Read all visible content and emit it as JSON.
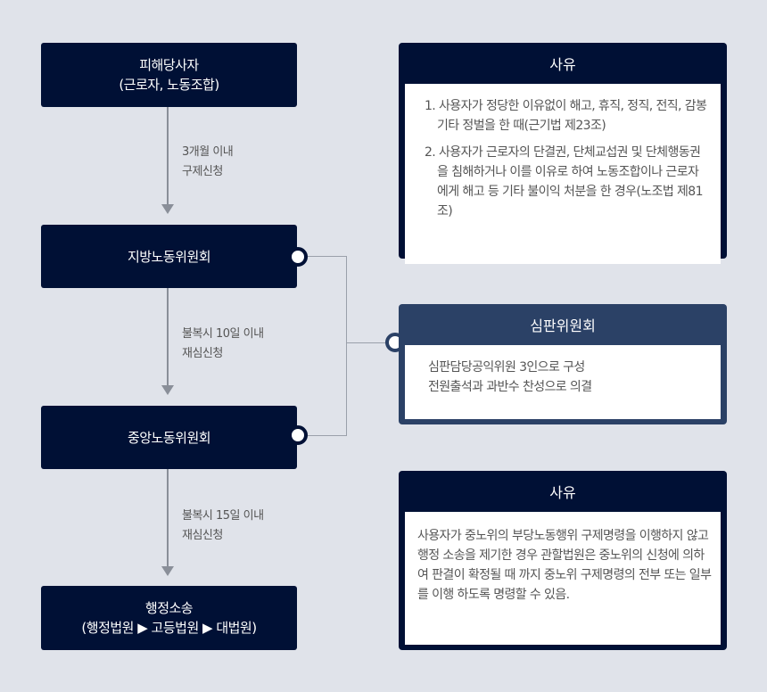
{
  "flow": {
    "steps": [
      {
        "line1": "피해당사자",
        "line2": "(근로자, 노동조합)"
      },
      {
        "line1": "지방노동위원회"
      },
      {
        "line1": "중앙노동위원회"
      },
      {
        "line1": "행정소송",
        "line2": "(행정법원 ▶ 고등법원 ▶ 대법원)"
      }
    ],
    "transitions": [
      {
        "line1": "3개월 이내",
        "line2": "구제신청"
      },
      {
        "line1": "불복시 10일 이내",
        "line2": "재심신청"
      },
      {
        "line1": "불복시 15일 이내",
        "line2": "재심신청"
      }
    ]
  },
  "cards": {
    "reason1": {
      "title": "사유",
      "items": [
        {
          "num": "1.",
          "text": "사용자가 정당한 이유없이 해고, 휴직, 정직, 전직, 감봉 기타 정벌을 한 때(근기법 제23조)"
        },
        {
          "num": "2.",
          "text": "사용자가 근로자의 단결권, 단체교섭권 및 단체행동권을 침해하거나 이를 이유로 하여 노동조합이나 근로자에게 해고 등 기타 불이익 처분을 한 경우(노조법 제81조)"
        }
      ]
    },
    "committee": {
      "title": "심판위원회",
      "line1": "심판담당공익위원 3인으로 구성",
      "line2": "전원출석과 과반수 찬성으로 의결"
    },
    "reason2": {
      "title": "사유",
      "text": "사용자가 중노위의 부당노동행위 구제명령을 이행하지 않고 행정 소송을 제기한 경우 관할법원은 중노위의 신청에 의하여 판결이 확정될 때 까지 중노위 구제명령의 전부 또는 일부를 이행 하도록 명령할 수 있음."
    }
  }
}
